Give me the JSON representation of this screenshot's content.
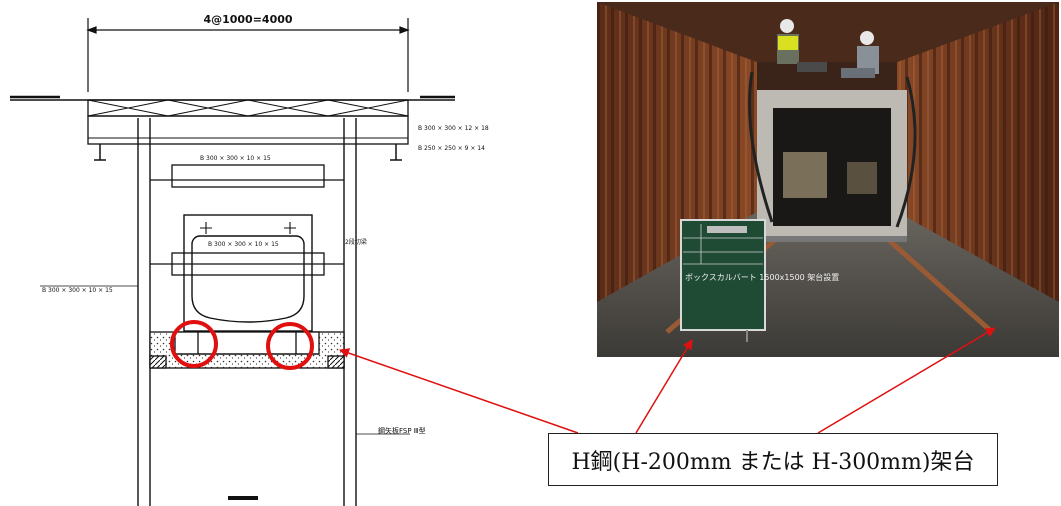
{
  "drawing": {
    "span_dimension": "4@1000=4000",
    "note_top_right_1": "B 300 × 300 × 12 × 18",
    "note_top_right_2": "B 250 × 250 × 9 × 14",
    "note_upper_strut": "B 300 × 300 × 10 × 15",
    "note_inner_strut": "B 300 × 300 × 10 × 15",
    "note_side_label": "2段切梁",
    "note_left_waler": "B 300 × 300 × 10 × 15",
    "note_sheet_pile": "鋼矢板FSP Ⅲ型"
  },
  "photo": {
    "board_text": "ボックスカルバート 1500x1500 架台設置"
  },
  "callout": {
    "text": "H鋼(H-200mm または H-300mm)架台"
  },
  "colors": {
    "highlight": "#e01010",
    "line": "#111111"
  }
}
